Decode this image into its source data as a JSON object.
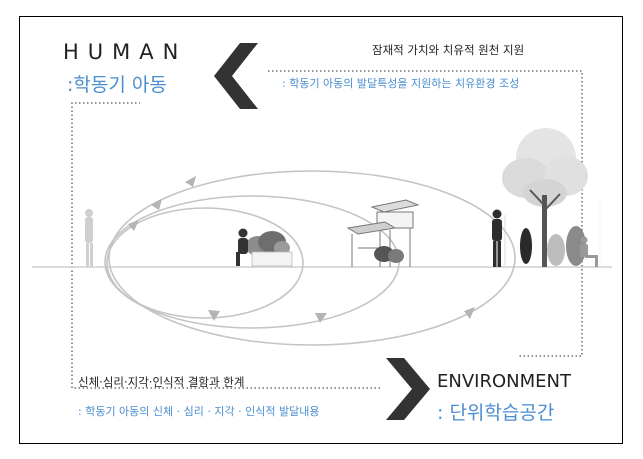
{
  "human": {
    "title": "HUMAN",
    "subtitle": ":학동기 아동"
  },
  "top_right": {
    "line1": "잠재적 가치와 치유적 원천 지원",
    "line2": ": 학동기 아동의 발달특성을 지원하는 치유환경 조성"
  },
  "bottom_left": {
    "line1": "신체·심리·지각·인식적 결함과 한계",
    "line2": ": 학동기 아동의 신체 · 심리 · 지각 · 인식적 발달내용"
  },
  "environment": {
    "title": "ENVIRONMENT",
    "subtitle": ": 단위학습공간"
  },
  "colors": {
    "accent_blue": "#4a8ed0",
    "chevron": "#333333",
    "scene_gray": "#b8b8b8"
  }
}
